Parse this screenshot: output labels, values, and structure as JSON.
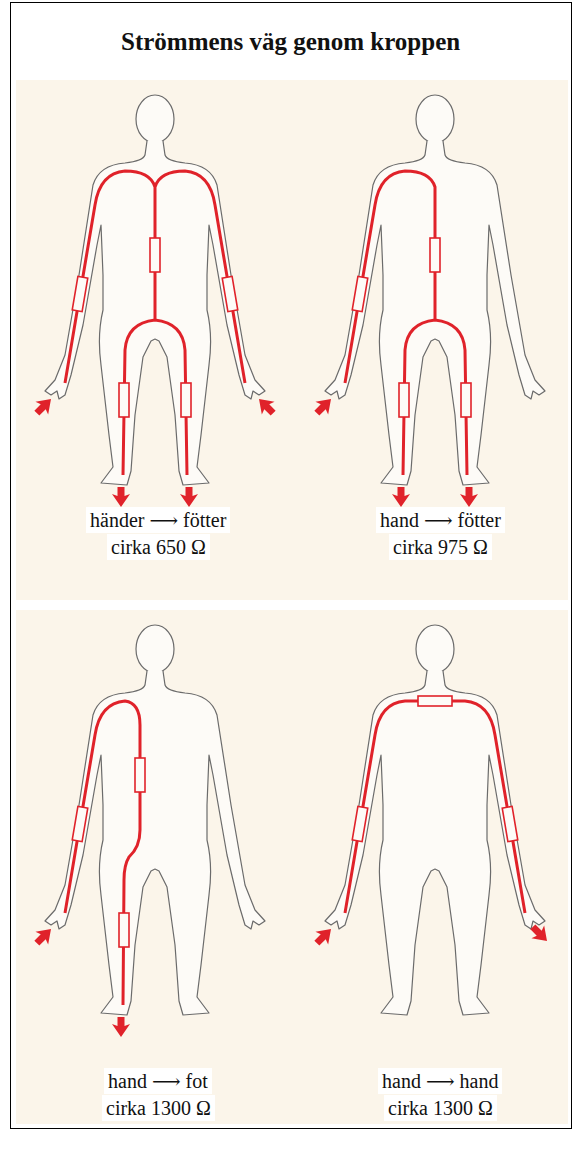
{
  "diagram": {
    "title": "Strömmens väg genom kroppen",
    "labels": [
      "händer ⟶ fötter",
      "cirka 650 Ω",
      "hand ⟶ fötter",
      "cirka 975 Ω",
      "hand ⟶ fot",
      "cirka 1300 Ω",
      "hand ⟶ hand",
      "cirka 1300 Ω"
    ]
  }
}
